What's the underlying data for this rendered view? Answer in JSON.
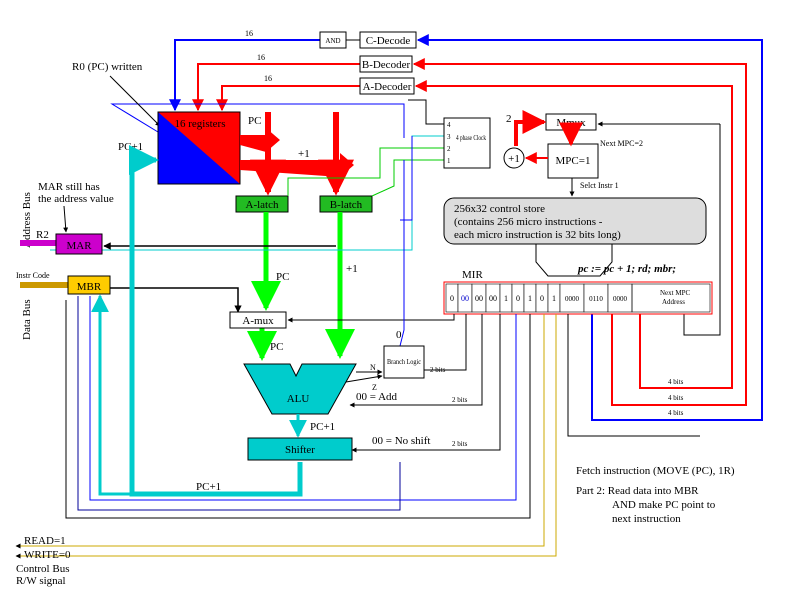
{
  "colors": {
    "red": "#ff0000",
    "blue": "#0000ff",
    "green": "#00ff00",
    "cyan": "#00ffff",
    "latch_green": "#22bb22",
    "magenta": "#cc00cc",
    "gold": "#ffcc00",
    "gray": "#dddddd",
    "wire_blue_dark": "#000099",
    "wire_yellow": "#ccaa00"
  },
  "decoders": {
    "and": "AND",
    "c": "C-Decode",
    "b": "B-Decoder",
    "a": "A-Decoder",
    "bus_width_c": "16",
    "bus_width_b": "16",
    "bus_width_a": "16"
  },
  "registers": {
    "r0_note": "R0 (PC) written",
    "label": "16 registers",
    "a_out": "PC",
    "b_out": "+1",
    "c_in": "PC+1"
  },
  "latches": {
    "a": "A-latch",
    "b": "B-latch",
    "a_val": "PC",
    "b_val": "+1"
  },
  "clock": {
    "label": "4 phase Clock",
    "phases": [
      "4",
      "3",
      "2",
      "1"
    ]
  },
  "mmux": {
    "label": "Mmux",
    "mpc": "MPC=1",
    "incr": "+1",
    "incr_in": "2",
    "next_mpc": "Next MPC=2",
    "select": "Selct Instr 1"
  },
  "control_store": {
    "line1": "256x32 control store",
    "line2": "(contains 256 micro instructions -",
    "line3": "each micro instruction is 32 bits long)"
  },
  "mir": {
    "label": "MIR",
    "annotation": "pc := pc + 1; rd; mbr;",
    "fields": [
      "0",
      "00",
      "00",
      "00",
      "1",
      "0",
      "1",
      "0",
      "1",
      "0000",
      "0110",
      "0000"
    ],
    "next_line1": "Next MPC",
    "next_line2": "Address"
  },
  "left": {
    "address_bus": "Address Bus",
    "data_bus": "Data Bus",
    "mar_note1": "MAR still has",
    "mar_note2": "the address value",
    "r2": "R2",
    "mar": "MAR",
    "mbr": "MBR",
    "instr_code": "Instr Code"
  },
  "datapath": {
    "amux": "A-mux",
    "amux_out": "PC",
    "alu": "ALU",
    "alu_out": "PC+1",
    "shifter": "Shifter",
    "shifter_out": "PC+1",
    "branch": "Branch Logic",
    "n": "N",
    "z": "Z",
    "zero": "0",
    "add_note": "00 = Add",
    "noshift_note": "00 = No shift",
    "bits2a": "2 bits",
    "bits2b": "2 bits",
    "bits2c": "2 bits",
    "bits4a": "4 bits",
    "bits4b": "4 bits",
    "bits4c": "4 bits"
  },
  "control_bus": {
    "read": "READ=1",
    "write": "WRITE=0",
    "label1": "Control Bus",
    "label2": "R/W signal"
  },
  "notes": {
    "fetch": "Fetch instruction (MOVE (PC), 1R)",
    "part2_1": "Part 2: Read data into MBR",
    "part2_2": "AND make PC point to",
    "part2_3": "next instruction"
  }
}
